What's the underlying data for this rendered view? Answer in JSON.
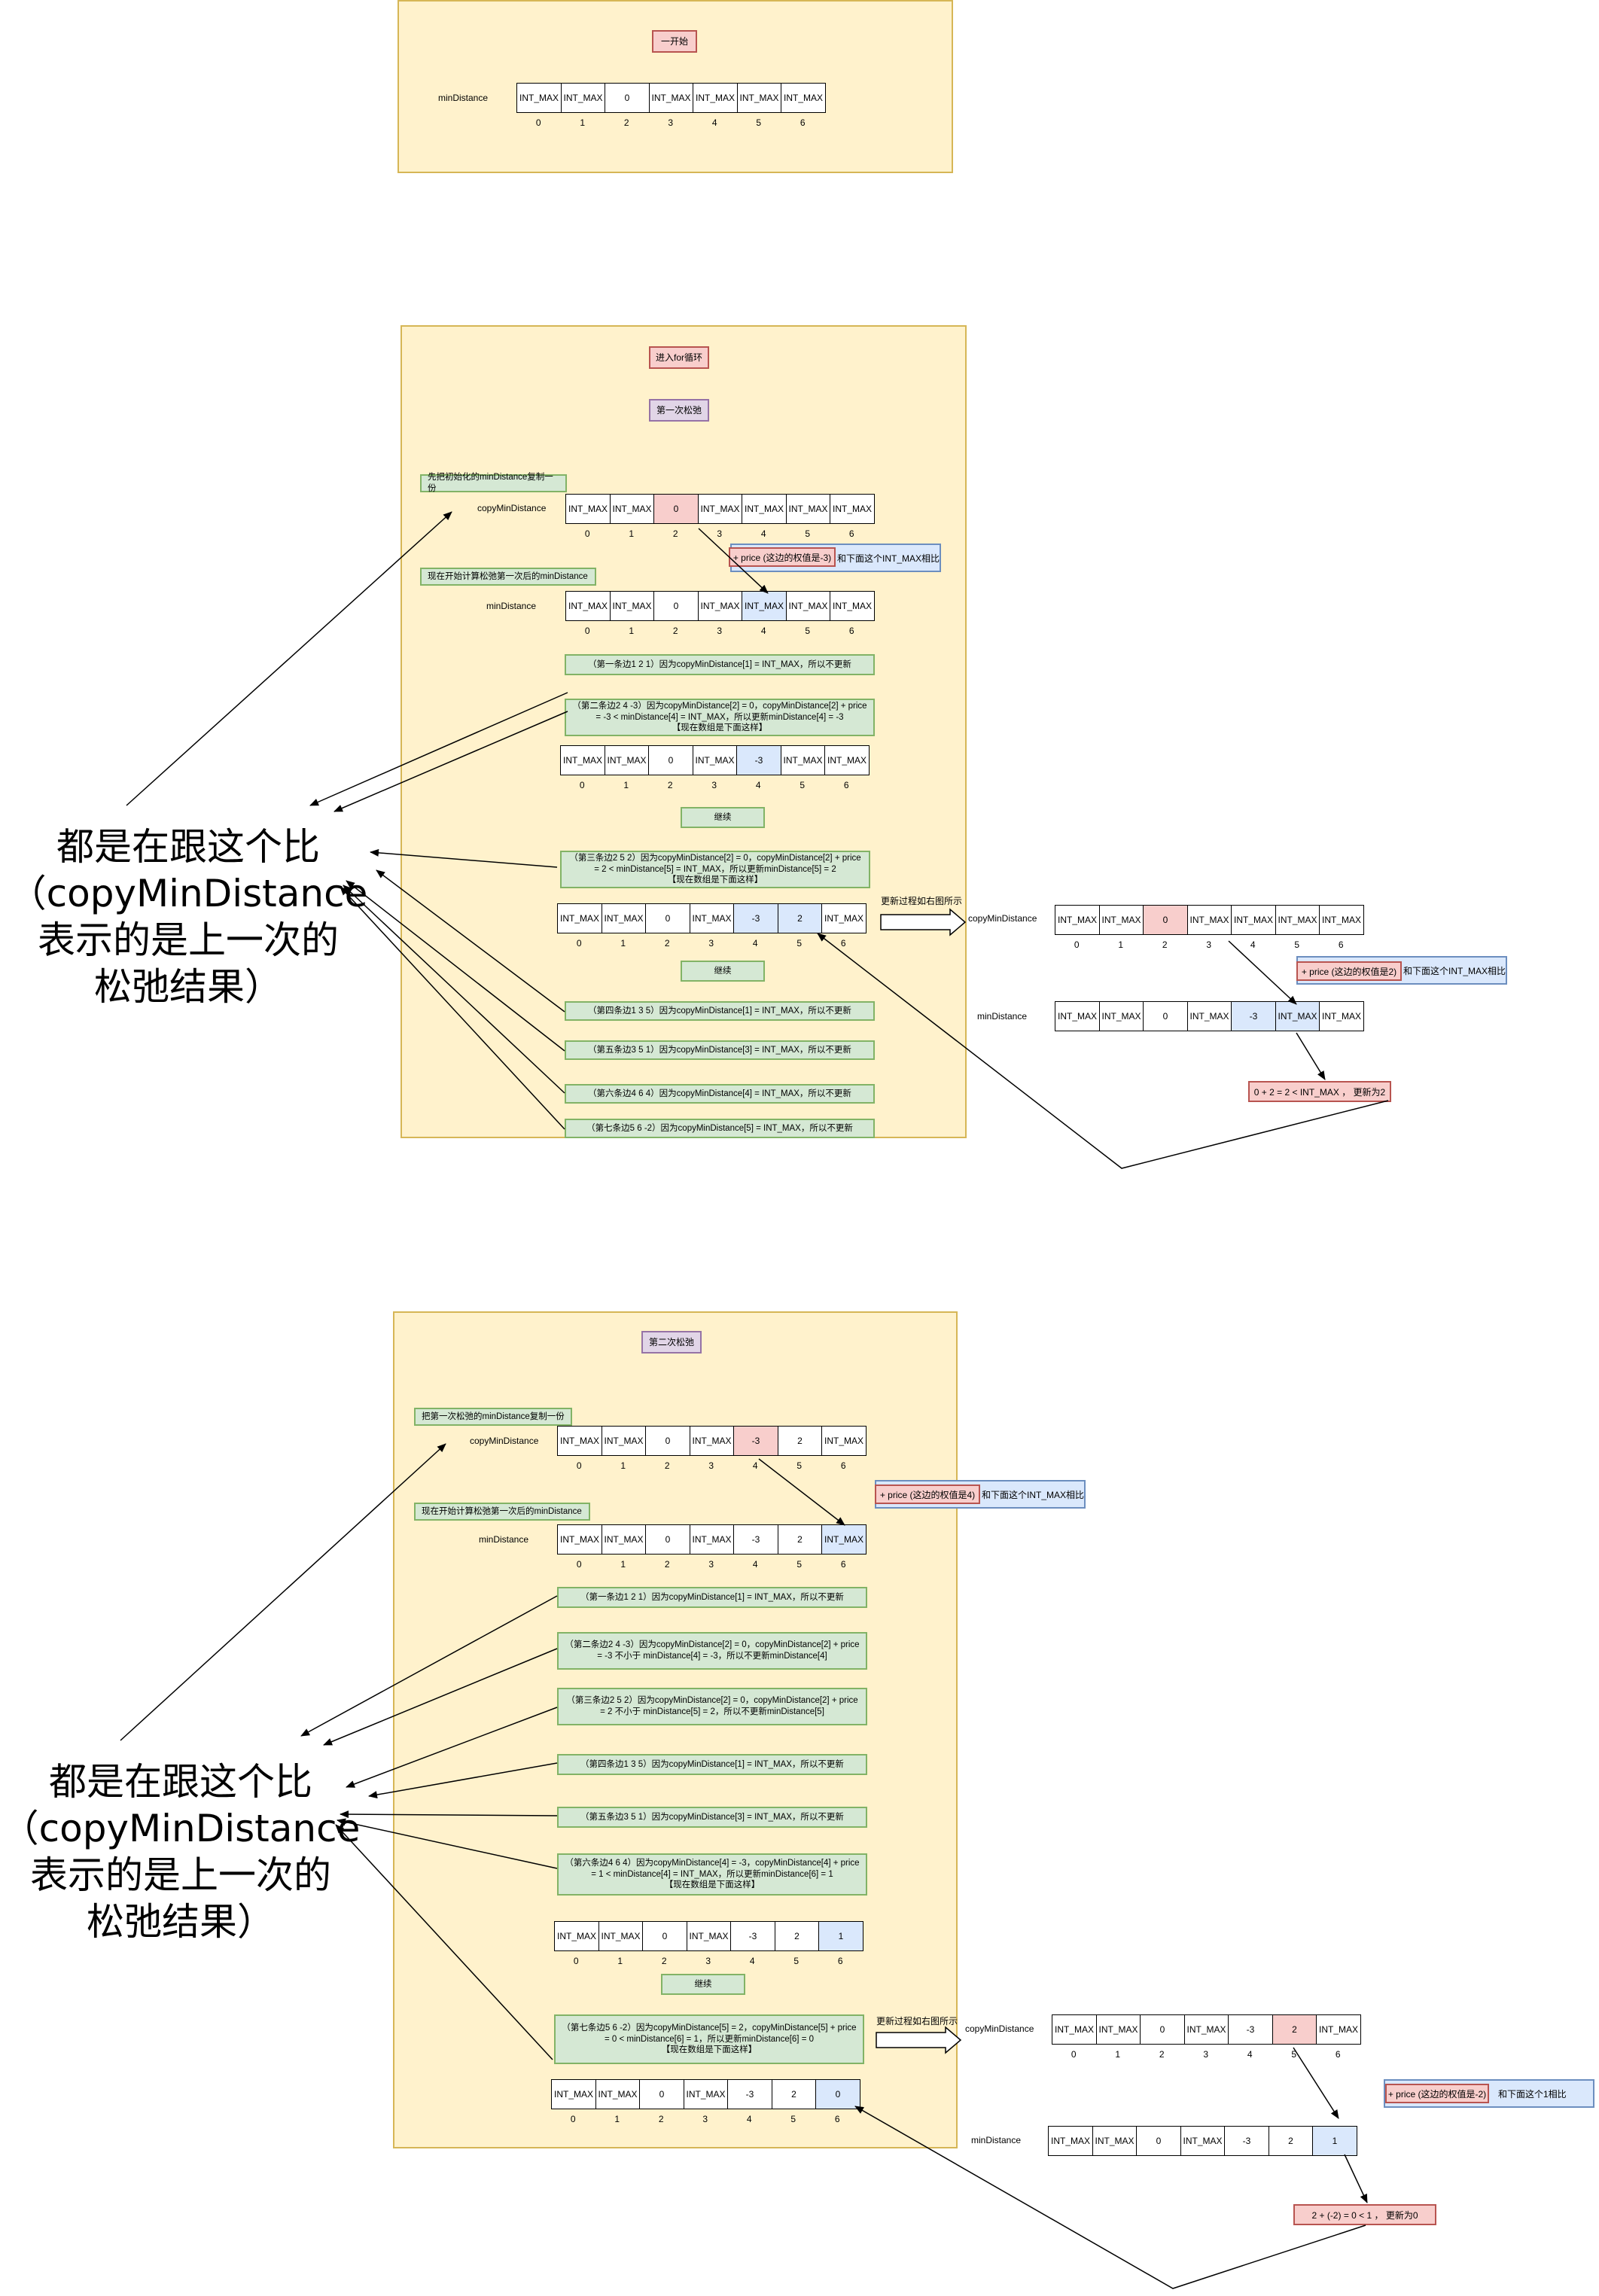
{
  "section1": {
    "tag": "一开始",
    "label": "minDistance",
    "cells": [
      "INT_MAX",
      "INT_MAX",
      "0",
      "INT_MAX",
      "INT_MAX",
      "INT_MAX",
      "INT_MAX"
    ]
  },
  "indices": [
    "0",
    "1",
    "2",
    "3",
    "4",
    "5",
    "6"
  ],
  "section2": {
    "tag_for": "进入for循环",
    "tag_round": "第一次松弛",
    "copy_note": "先把初始化的minDistance复制一份",
    "copy_label": "copyMinDistance",
    "copy_cells": [
      "INT_MAX",
      "INT_MAX",
      "0",
      "INT_MAX",
      "INT_MAX",
      "INT_MAX",
      "INT_MAX"
    ],
    "price_red": "+ price (这边的权值是-3)",
    "price_blue": "和下面这个INT_MAX相比",
    "calc_note": "现在开始计算松弛第一次后的minDistance",
    "min_label": "minDistance",
    "min_cells": [
      "INT_MAX",
      "INT_MAX",
      "0",
      "INT_MAX",
      "INT_MAX",
      "INT_MAX",
      "INT_MAX"
    ],
    "edge1": "（第一条边1 2 1）因为copyMinDistance[1] = INT_MAX，所以不更新",
    "edge2": "（第二条边2 4 -3）因为copyMinDistance[2] = 0，copyMinDistance[2] + price = -3 < minDistance[4] = INT_MAX，所以更新minDistance[4] = -3\n【现在数组是下面这样】",
    "arr_a": [
      "INT_MAX",
      "INT_MAX",
      "0",
      "INT_MAX",
      "-3",
      "INT_MAX",
      "INT_MAX"
    ],
    "continue1": "继续",
    "edge3": "（第三条边2 5 2）因为copyMinDistance[2] = 0，copyMinDistance[2] + price = 2 < minDistance[5] = INT_MAX，所以更新minDistance[5] = 2\n【现在数组是下面这样】",
    "arr_b": [
      "INT_MAX",
      "INT_MAX",
      "0",
      "INT_MAX",
      "-3",
      "2",
      "INT_MAX"
    ],
    "continue2": "继续",
    "edge4": "（第四条边1 3 5）因为copyMinDistance[1] = INT_MAX，所以不更新",
    "edge5": "（第五条边3 5 1）因为copyMinDistance[3] = INT_MAX，所以不更新",
    "edge6": "（第六条边4 6 4）因为copyMinDistance[4] = INT_MAX，所以不更新",
    "edge7": "（第七条边5 6 -2）因为copyMinDistance[5] = INT_MAX，所以不更新"
  },
  "side1": {
    "update_label": "更新过程如右图所示",
    "copy_label": "copyMinDistance",
    "copy_cells": [
      "INT_MAX",
      "INT_MAX",
      "0",
      "INT_MAX",
      "INT_MAX",
      "INT_MAX",
      "INT_MAX"
    ],
    "price_red": "+ price (这边的权值是2)",
    "price_blue": "和下面这个INT_MAX相比",
    "min_label": "minDistance",
    "min_cells": [
      "INT_MAX",
      "INT_MAX",
      "0",
      "INT_MAX",
      "-3",
      "INT_MAX",
      "INT_MAX"
    ],
    "result": "0 + 2 = 2 < INT_MAX ，  更新为2"
  },
  "section3": {
    "tag_round": "第二次松弛",
    "copy_note": "把第一次松弛的minDistance复制一份",
    "copy_label": "copyMinDistance",
    "copy_cells": [
      "INT_MAX",
      "INT_MAX",
      "0",
      "INT_MAX",
      "-3",
      "2",
      "INT_MAX"
    ],
    "price_red": "+ price (这边的权值是4)",
    "price_blue": "和下面这个INT_MAX相比",
    "calc_note": "现在开始计算松弛第一次后的minDistance",
    "min_label": "minDistance",
    "min_cells": [
      "INT_MAX",
      "INT_MAX",
      "0",
      "INT_MAX",
      "-3",
      "2",
      "INT_MAX"
    ],
    "edge1": "（第一条边1 2 1）因为copyMinDistance[1] = INT_MAX，所以不更新",
    "edge2": "（第二条边2 4 -3）因为copyMinDistance[2] = 0，copyMinDistance[2] + price = -3 不小于 minDistance[4] = -3，所以不更新minDistance[4]",
    "edge3": "（第三条边2 5 2）因为copyMinDistance[2] = 0，copyMinDistance[2] + price = 2 不小于 minDistance[5] = 2，所以不更新minDistance[5]",
    "edge4": "（第四条边1 3 5）因为copyMinDistance[1] = INT_MAX，所以不更新",
    "edge5": "（第五条边3 5 1）因为copyMinDistance[3] = INT_MAX，所以不更新",
    "edge6": "（第六条边4 6 4）因为copyMinDistance[4] = -3，copyMinDistance[4] + price = 1 < minDistance[4] = INT_MAX，所以更新minDistance[6] = 1\n【现在数组是下面这样】",
    "arr_a": [
      "INT_MAX",
      "INT_MAX",
      "0",
      "INT_MAX",
      "-3",
      "2",
      "1"
    ],
    "continue1": "继续",
    "edge7": "（第七条边5 6 -2）因为copyMinDistance[5] = 2，copyMinDistance[5] + price = 0 < minDistance[6] = 1，所以更新minDistance[6] = 0\n【现在数组是下面这样】",
    "arr_b": [
      "INT_MAX",
      "INT_MAX",
      "0",
      "INT_MAX",
      "-3",
      "2",
      "0"
    ]
  },
  "side2": {
    "update_label": "更新过程如右图所示",
    "copy_label": "copyMinDistance",
    "copy_cells": [
      "INT_MAX",
      "INT_MAX",
      "0",
      "INT_MAX",
      "-3",
      "2",
      "INT_MAX"
    ],
    "price_red": "+ price (这边的权值是-2)",
    "price_blue": "和下面这个1相比",
    "min_label": "minDistance",
    "min_cells": [
      "INT_MAX",
      "INT_MAX",
      "0",
      "INT_MAX",
      "-3",
      "2",
      "1"
    ],
    "result": "2 + (-2) = 0 < 1 ，  更新为0"
  },
  "annot1": {
    "line1": "都是在跟这个比",
    "line2": "（copyMinDistance",
    "line3": "表示的是上一次的",
    "line4": "松弛结果）"
  },
  "annot2": {
    "line1": "都是在跟这个比",
    "line2": "（copyMinDistance",
    "line3": "表示的是上一次的",
    "line4": "松弛结果）"
  }
}
